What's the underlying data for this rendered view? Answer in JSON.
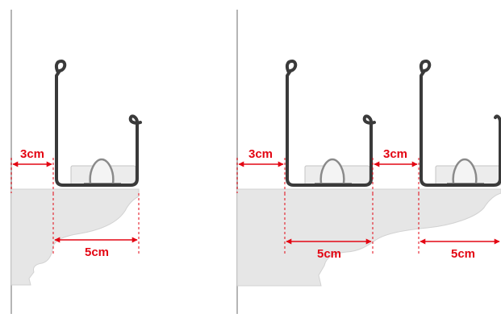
{
  "colors": {
    "hook": "#3a3a3a",
    "dimension": "#e30613",
    "molding_fill": "#e6e6e6",
    "molding_edge": "#c8c8c8",
    "wall_line": "#b5b5b5",
    "clip_fill": "#ececec",
    "clip_stroke": "#b9b9b9"
  },
  "panels": [
    {
      "name": "single-hook",
      "labels": {
        "offset": "3cm",
        "width": "5cm"
      }
    },
    {
      "name": "double-hook",
      "labels": {
        "offset_1": "3cm",
        "width_1": "5cm",
        "offset_2": "3cm",
        "width_2": "5cm"
      }
    }
  ]
}
